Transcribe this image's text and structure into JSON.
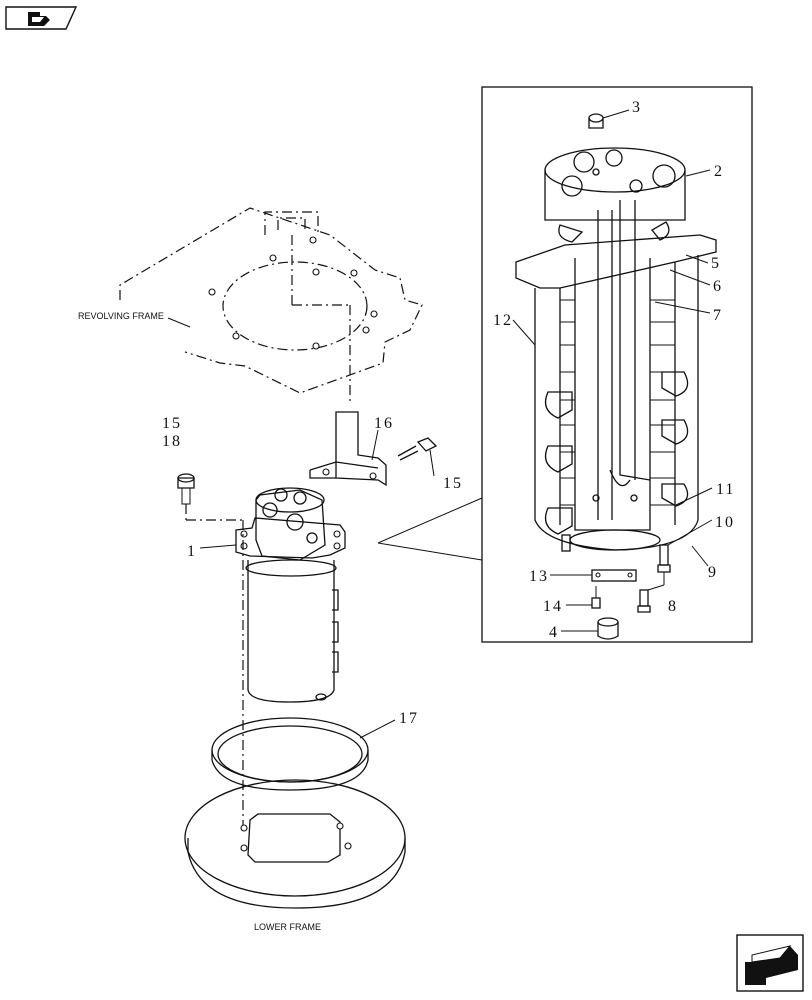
{
  "frames": {
    "revolving_label": "REVOLVING FRAME",
    "lower_label": "LOWER FRAME"
  },
  "callouts": {
    "c1": "1",
    "c2": "2",
    "c3": "3",
    "c4": "4",
    "c5": "5",
    "c6": "6",
    "c7": "7",
    "c8": "8",
    "c9": "9",
    "c10": "10",
    "c11": "11",
    "c12": "12",
    "c13": "13",
    "c14": "14",
    "c15a": "15",
    "c15b": "15",
    "c16": "16",
    "c17": "17",
    "c18": "18"
  },
  "nav": {
    "back_icon": "folder-back-icon",
    "next_icon": "next-page-arrow-icon"
  }
}
